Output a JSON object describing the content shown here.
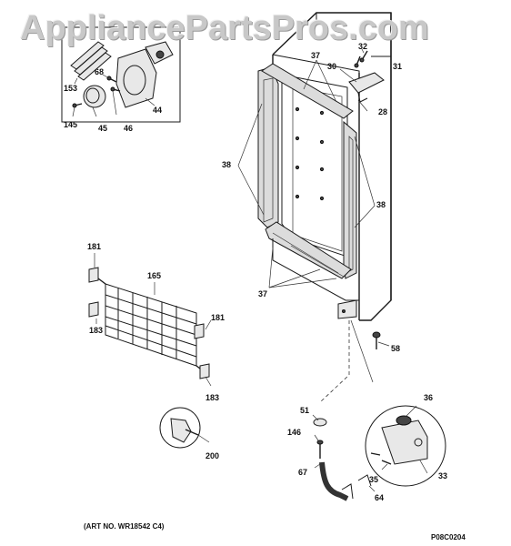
{
  "watermark": "AppliancePartsPros.com",
  "callouts": [
    "153",
    "68",
    "44",
    "145",
    "45",
    "46",
    "37",
    "30",
    "32",
    "31",
    "28",
    "38",
    "38",
    "181",
    "165",
    "183",
    "181",
    "183",
    "37",
    "58",
    "51",
    "36",
    "146",
    "35",
    "33",
    "67",
    "64",
    "200"
  ],
  "art_number": "(ART NO. WR18542 C4)",
  "diagram_code": "P08C0204"
}
